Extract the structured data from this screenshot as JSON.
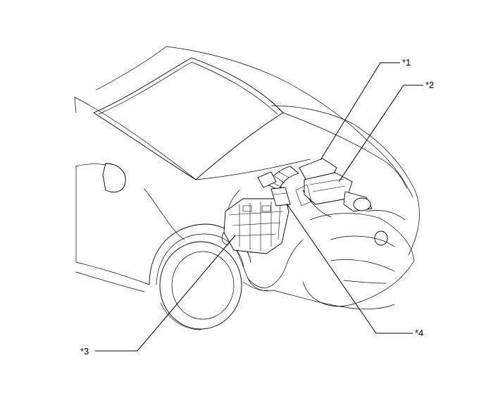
{
  "callouts": [
    {
      "id": "1",
      "label": "*1"
    },
    {
      "id": "2",
      "label": "*2"
    },
    {
      "id": "3",
      "label": "*3"
    },
    {
      "id": "4",
      "label": "*4"
    }
  ],
  "colors": {
    "line": "#000000",
    "background": "#ffffff"
  }
}
